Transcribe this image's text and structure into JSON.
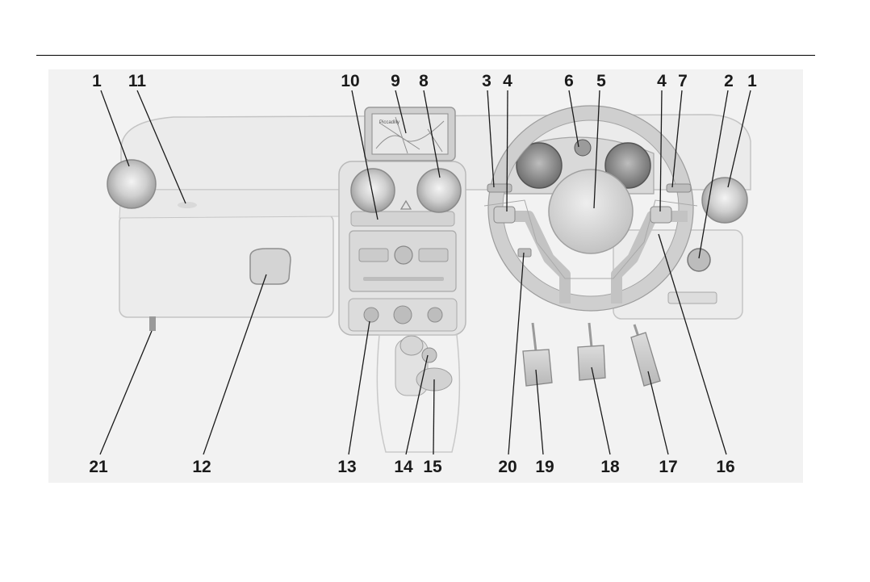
{
  "callouts": {
    "top": [
      "1",
      "11",
      "10",
      "9",
      "8",
      "3",
      "4",
      "6",
      "5",
      "4",
      "7",
      "2",
      "1"
    ],
    "bottom": [
      "21",
      "12",
      "13",
      "14",
      "15",
      "20",
      "19",
      "18",
      "17",
      "16"
    ]
  },
  "screen": {
    "title_text": "Piccadilly"
  },
  "colors": {
    "background": "#f2f2f2",
    "line": "#1a1a1a",
    "part_fill": "#e6e6e6",
    "part_stroke": "#bdbdbd"
  }
}
